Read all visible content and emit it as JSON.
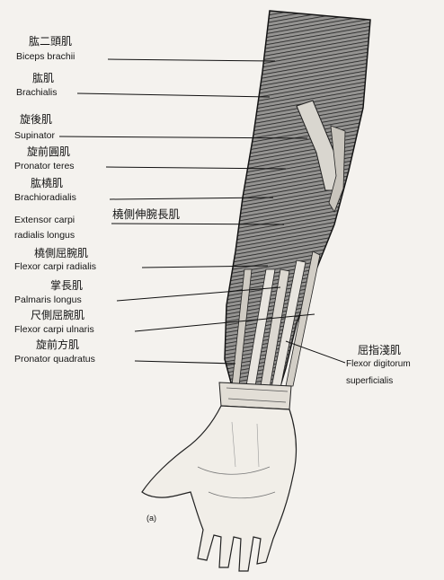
{
  "labels": {
    "biceps": {
      "zh": "肱二頭肌",
      "en": "Biceps brachii"
    },
    "brachialis": {
      "zh": "肱肌",
      "en": "Brachialis"
    },
    "supinator": {
      "zh": "旋後肌",
      "en": "Supinator"
    },
    "pronator_teres": {
      "zh": "旋前圓肌",
      "en": "Pronator teres"
    },
    "brachioradialis": {
      "zh": "肱橈肌",
      "en": "Brachioradialis"
    },
    "ecrl": {
      "zh": "橈側伸腕長肌",
      "en_line1": "Extensor carpi",
      "en_line2": "radialis longus"
    },
    "fcr": {
      "zh": "橈側屈腕肌",
      "en": "Flexor carpi radialis"
    },
    "palmaris": {
      "zh": "掌長肌",
      "en": "Palmaris longus"
    },
    "fcu": {
      "zh": "尺側屈腕肌",
      "en": "Flexor carpi ulnaris"
    },
    "pq": {
      "zh": "旋前方肌",
      "en": "Pronator quadratus"
    },
    "fds": {
      "zh": "屈指淺肌",
      "en_line1": "Flexor digitorum",
      "en_line2": "superficialis"
    }
  },
  "caption": "(a)",
  "colors": {
    "ink": "#141414",
    "muscle_dark": "#2a2a2a",
    "skin": "#f1eee8",
    "background": "#f4f2ee"
  }
}
